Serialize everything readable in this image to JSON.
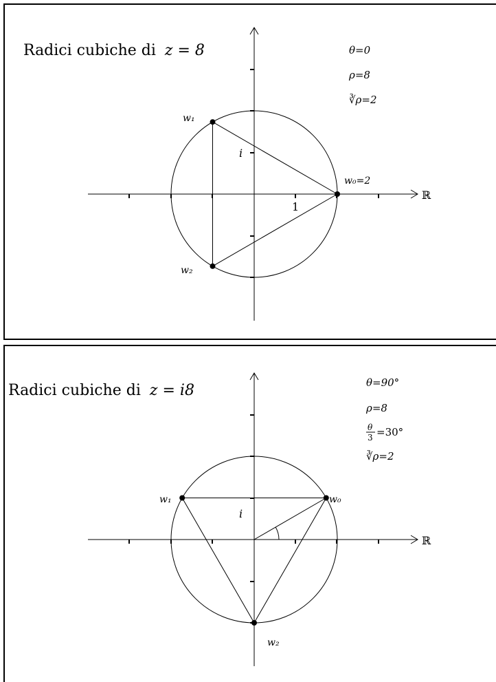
{
  "panels": [
    {
      "title_prefix": "Radici cubiche di",
      "title_math": "z = 8",
      "info": {
        "theta": "θ=0",
        "rho": "ρ=8",
        "cbrt_rho": "∛ρ=2"
      },
      "labels": {
        "real_axis": "ℝ",
        "imag_unit": "i",
        "one": "1",
        "w0": "w₀=2",
        "w1": "w₁",
        "w2": "w₂"
      },
      "radius": 2,
      "roots_deg": [
        0,
        120,
        240
      ]
    },
    {
      "title_prefix": "Radici cubiche di",
      "title_math": "z = i8",
      "info": {
        "theta": "θ=90°",
        "rho": "ρ=8",
        "theta_over_3_num": "θ",
        "theta_over_3_den": "3",
        "theta_over_3_val": "=30°",
        "cbrt_rho": "∛ρ=2"
      },
      "labels": {
        "real_axis": "ℝ",
        "imag_unit": "i",
        "w0": "w₀",
        "w1": "w₁",
        "w2": "w₂"
      },
      "radius": 2,
      "roots_deg": [
        30,
        150,
        270
      ],
      "angle_marker_deg": 30
    }
  ]
}
